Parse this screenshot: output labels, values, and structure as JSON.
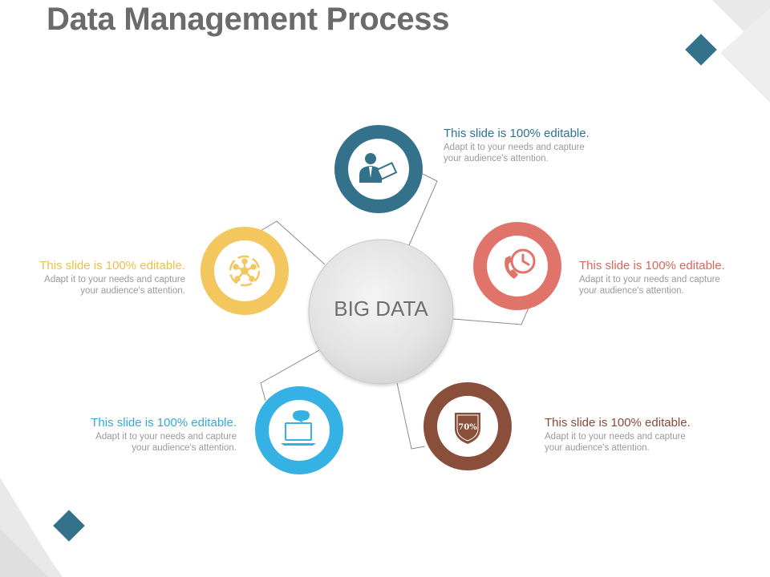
{
  "slide": {
    "title": "Data Management Process",
    "center_label": "BIG DATA"
  },
  "nodes": [
    {
      "id": "top",
      "color": "#34728c",
      "icon": "businessman-presentation-icon",
      "heading": "This slide is 100% editable.",
      "body": "Adapt it to your needs and capture your audience's attention."
    },
    {
      "id": "right",
      "color": "#e0736a",
      "icon": "phone-clock-icon",
      "heading": "This slide is 100% editable.",
      "body": "Adapt it to your needs and capture your audience's attention."
    },
    {
      "id": "bottom-right",
      "color": "#8a4f3a",
      "icon": "percentage-shield-icon",
      "icon_text": "70%",
      "heading": "This slide is 100% editable.",
      "body": "Adapt it to your needs and capture your audience's attention."
    },
    {
      "id": "bottom-left",
      "color": "#35b2e3",
      "icon": "laptop-chat-icon",
      "heading": "This slide is 100% editable.",
      "body": "Adapt it to your needs and capture your audience's attention."
    },
    {
      "id": "left",
      "color": "#f3c65e",
      "icon": "network-hub-icon",
      "heading": "This slide is 100% editable.",
      "body": "Adapt it to your needs and capture your audience's attention."
    }
  ],
  "decor": {
    "diamond_color": "#34728c",
    "triangle_color": "#e6e6e6"
  }
}
